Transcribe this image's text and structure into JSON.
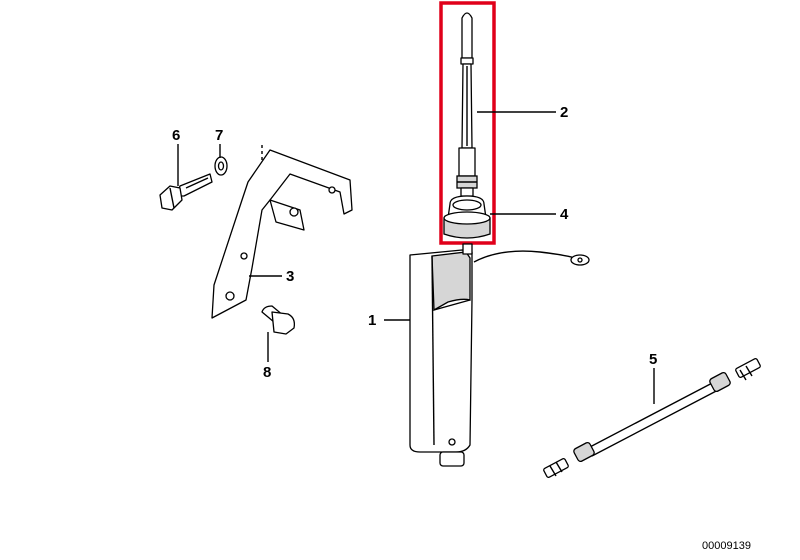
{
  "labels": {
    "part_1": "1",
    "part_2": "2",
    "part_3": "3",
    "part_4": "4",
    "part_5": "5",
    "part_6": "6",
    "part_7": "7",
    "part_8": "8"
  },
  "diagram_id": "00009139",
  "colors": {
    "highlight": "#e0001a",
    "line": "#000000",
    "background": "#ffffff"
  }
}
